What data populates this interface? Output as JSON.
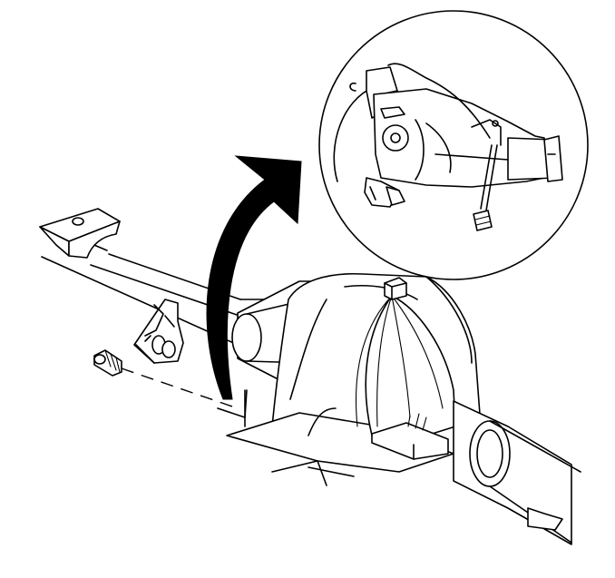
{
  "figure": {
    "colors": {
      "line": "#000000",
      "background": "#ffffff",
      "arrow": "#000000"
    },
    "parts": [
      "axle-housing",
      "differential-cover",
      "axle-tube-right",
      "axle-tube-left",
      "spring-mount-bracket",
      "vent-tube-bracket",
      "vent-hose-fitting",
      "detail-magnifier",
      "callout-arrow"
    ]
  }
}
